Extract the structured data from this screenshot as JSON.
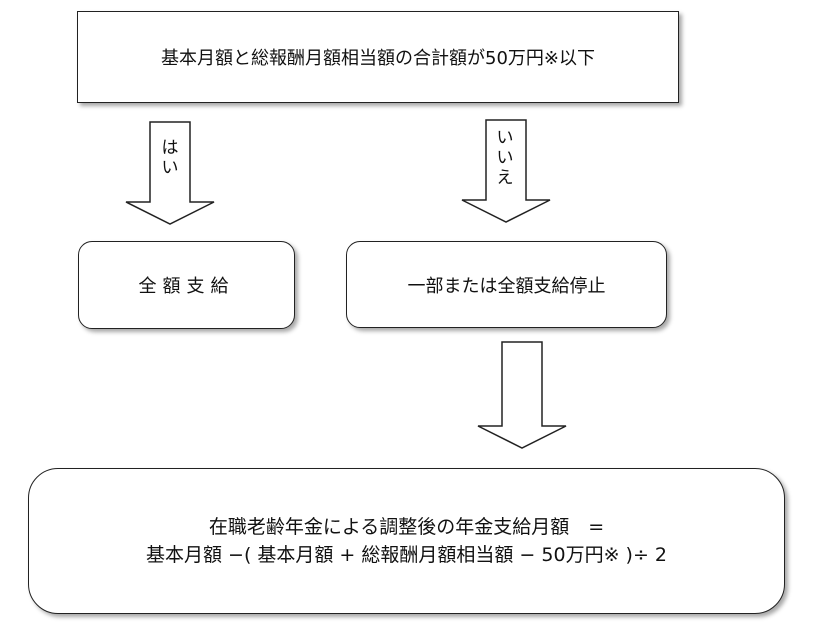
{
  "condition": {
    "text": "基本月額と総報酬月額相当額の合計額が50万円※以下"
  },
  "yes_branch": {
    "arrow_label": "は\nい",
    "result": "全額支給"
  },
  "no_branch": {
    "arrow_label": "い\nい\nえ",
    "result": "一部または全額支給停止"
  },
  "formula": {
    "line1": "在職老齢年金による調整後の年金支給月額　=",
    "line2": "基本月額 −( 基本月額 + 総報酬月額相当額 − 50万円※ )÷ 2"
  }
}
